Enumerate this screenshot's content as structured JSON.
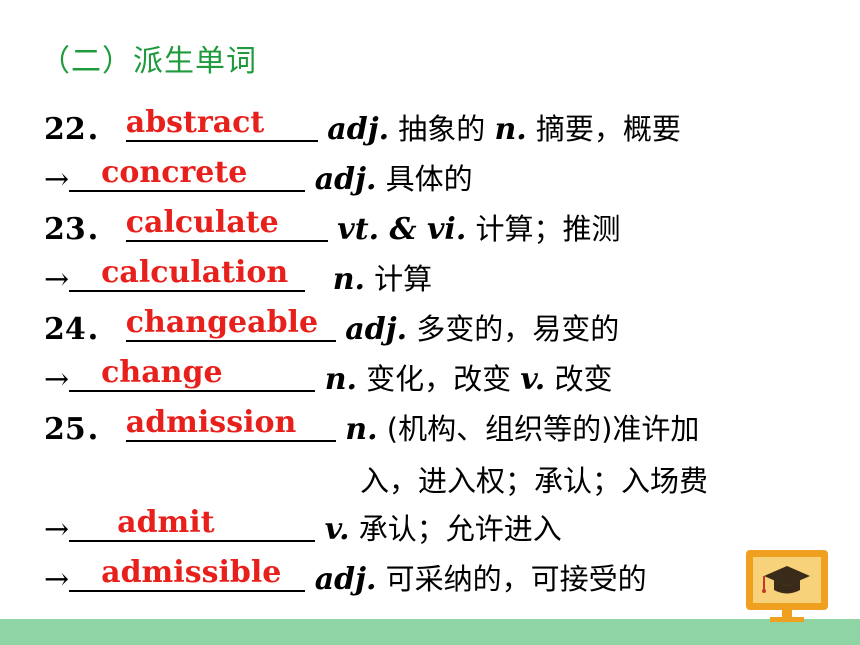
{
  "section_title": "（二）派生单词",
  "rows": [
    {
      "prefix": "22．",
      "answer": "abstract",
      "pos1": "adj.",
      "def1": " 抽象的 ",
      "pos2": "n.",
      "def2": " 摘要，概要"
    },
    {
      "prefix": "→",
      "answer": "concrete",
      "pos1": "adj.",
      "def1": " 具体的",
      "pos2": "",
      "def2": ""
    },
    {
      "prefix": "23．",
      "answer": "calculate",
      "pos1": "vt. & vi.",
      "def1": " 计算；推测",
      "pos2": "",
      "def2": ""
    },
    {
      "prefix": "→",
      "answer": "calculation",
      "pos1": "n.",
      "def1": " 计算",
      "pos2": "",
      "def2": ""
    },
    {
      "prefix": "24．",
      "answer": "changeable",
      "pos1": "adj.",
      "def1": " 多变的，易变的",
      "pos2": "",
      "def2": ""
    },
    {
      "prefix": "→",
      "answer": "change",
      "pos1": "n.",
      "def1": " 变化，改变  ",
      "pos2": "v.",
      "def2": " 改变"
    },
    {
      "prefix": "25．",
      "answer": "admission",
      "pos1": "n.",
      "def1": " (机构、组织等的)准许加",
      "pos2": "",
      "def2": ""
    },
    {
      "prefix": "→",
      "answer": "admit",
      "pos1": "v.",
      "def1": " 承认；允许进入",
      "pos2": "",
      "def2": ""
    },
    {
      "prefix": "→",
      "answer": "admissible",
      "pos1": "adj.",
      "def1": " 可采纳的，可接受的",
      "pos2": "",
      "def2": ""
    }
  ],
  "continuation": "入，进入权；承认；入场费",
  "colors": {
    "title": "#1f9a3c",
    "answer": "#e8201c",
    "footer": "#8fd4a4",
    "icon_frame": "#f0a020",
    "icon_screen": "#f7d27a"
  },
  "icon": "graduation-cap-monitor-icon"
}
